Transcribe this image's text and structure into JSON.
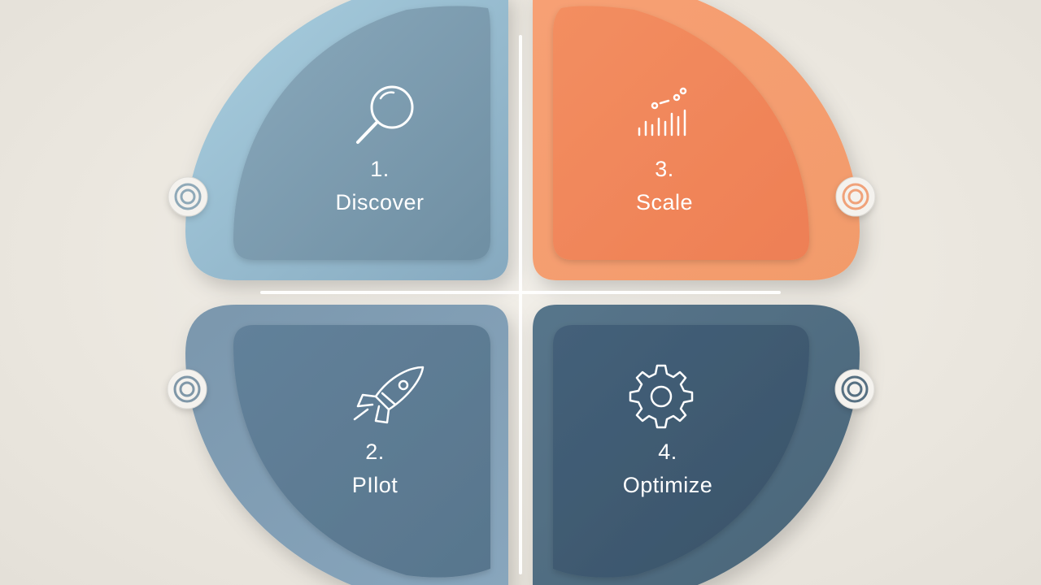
{
  "colors": {
    "background": "#ece8e0",
    "discover_outer": "#8fb6cc",
    "discover_inner": "#7b9cb0",
    "scale_outer": "#f49a6a",
    "scale_inner": "#f0855a",
    "pilot_outer": "#7e9bb3",
    "pilot_inner": "#5e7d94",
    "optimize_outer": "#4e6b80",
    "optimize_inner": "#3f5a6e",
    "divider": "#ffffff"
  },
  "steps": [
    {
      "id": "discover",
      "number": "1.",
      "label": "Discover",
      "icon": "magnifier-icon"
    },
    {
      "id": "pilot",
      "number": "2.",
      "label": "PIlot",
      "icon": "rocket-icon"
    },
    {
      "id": "scale",
      "number": "3.",
      "label": "Scale",
      "icon": "bar-chart-icon"
    },
    {
      "id": "optimize",
      "number": "4.",
      "label": "Optimize",
      "icon": "gear-icon"
    }
  ],
  "connectors": [
    "target-ring-icon",
    "target-ring-icon",
    "target-ring-icon",
    "target-ring-icon"
  ]
}
